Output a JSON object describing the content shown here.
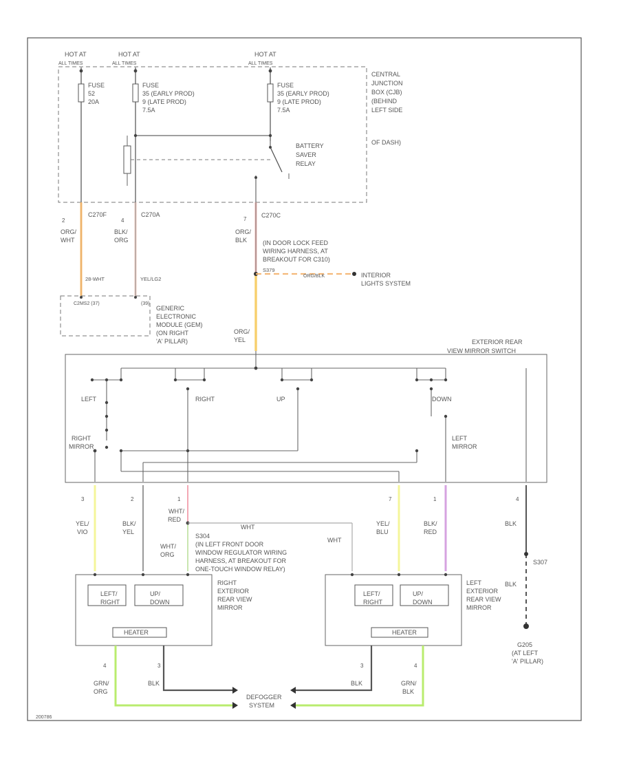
{
  "power": {
    "hot1": [
      "HOT AT",
      "ALL TIMES"
    ],
    "hot2": [
      "HOT AT",
      "ALL TIMES"
    ],
    "hot3": [
      "HOT AT",
      "ALL TIMES"
    ],
    "fuse1": [
      "FUSE",
      "52",
      "20A"
    ],
    "fuse2": [
      "FUSE",
      "35 (EARLY PROD)",
      "9 (LATE PROD)",
      "7.5A"
    ],
    "fuse3": [
      "FUSE",
      "35 (EARLY PROD)",
      "9 (LATE PROD)",
      "7.5A"
    ],
    "cjb": [
      "CENTRAL",
      "JUNCTION",
      "BOX (CJB)",
      "(BEHIND",
      "LEFT SIDE",
      "OF DASH)"
    ],
    "relay": [
      "BATTERY",
      "SAVER",
      "RELAY"
    ]
  },
  "wires": {
    "c1": {
      "pin": "2",
      "conn": "C270F",
      "colors": [
        "ORG/",
        "WHT"
      ],
      "circuit": "28-WHT"
    },
    "c2": {
      "pin": "4",
      "conn": "C270A",
      "colors": [
        "BLK/",
        "ORG"
      ],
      "circuit": "YEL/LG2"
    },
    "c3": {
      "pin": "7",
      "conn": "C270C",
      "colors": [
        "ORG/",
        "BLK"
      ]
    },
    "splice_note": [
      "(IN DOOR LOCK FEED",
      "WIRING HARNESS, AT",
      "BREAKOUT FOR C310)"
    ],
    "splice_id": "S379",
    "splice_wire": "ORG/BLK",
    "interior": [
      "INTERIOR",
      "LIGHTS SYSTEM"
    ],
    "gem_pins": [
      "C2MS2 (37)",
      "(39)"
    ],
    "gem": [
      "GENERIC",
      "ELECTRONIC",
      "MODULE (GEM)",
      "(ON RIGHT",
      "'A' PILLAR)"
    ],
    "feed_colors": [
      "ORG/",
      "YEL"
    ]
  },
  "switch": {
    "title": [
      "EXTERIOR REAR",
      "VIEW MIRROR SWITCH"
    ],
    "left": "LEFT",
    "right": "RIGHT",
    "up": "UP",
    "down": "DOWN",
    "right_mirror": [
      "RIGHT",
      "MIRROR"
    ],
    "left_mirror": [
      "LEFT",
      "MIRROR"
    ]
  },
  "mirror_wires": {
    "w1": {
      "pin": "3",
      "colors": [
        "YEL/",
        "VIO"
      ]
    },
    "w2": {
      "pin": "2",
      "colors": [
        "BLK/",
        "YEL"
      ]
    },
    "w3": {
      "pin": "1",
      "colors": [
        "WHT/",
        "RED"
      ]
    },
    "w4": {
      "pin": "7",
      "colors": [
        "YEL/",
        "BLU"
      ]
    },
    "w5": {
      "pin": "1",
      "colors": [
        "BLK/",
        "RED"
      ]
    },
    "w6": {
      "pin": "4",
      "colors": [
        "BLK"
      ]
    },
    "wht1": "WHT",
    "wht2": "WHT",
    "whtorg": [
      "WHT/",
      "ORG"
    ],
    "s_note": [
      "S304",
      "(IN LEFT FRONT DOOR",
      "WINDOW REGULATOR WIRING",
      "HARNESS, AT BREAKOUT FOR",
      "ONE-TOUCH WINDOW RELAY)"
    ]
  },
  "mirrors": {
    "right": {
      "label": [
        "RIGHT",
        "EXTERIOR",
        "REAR VIEW",
        "MIRROR"
      ],
      "m1": [
        "LEFT/",
        "RIGHT"
      ],
      "m2": [
        "UP/",
        "DOWN"
      ],
      "heater": "HEATER"
    },
    "left": {
      "label": [
        "LEFT",
        "EXTERIOR",
        "REAR VIEW",
        "MIRROR"
      ],
      "m1": [
        "LEFT/",
        "RIGHT"
      ],
      "m2": [
        "UP/",
        "DOWN"
      ],
      "heater": "HEATER"
    }
  },
  "ground": {
    "colors1": [
      "BLK"
    ],
    "spliceid": "S307",
    "colors2": [
      "BLK"
    ],
    "gnd": [
      "G205",
      "(AT LEFT",
      "'A' PILLAR)"
    ]
  },
  "defogger": {
    "label": [
      "DEFOGGER",
      "SYSTEM"
    ],
    "r_pin1": "4",
    "r_pin2": "3",
    "l_pin1": "3",
    "l_pin2": "4",
    "r_c1": [
      "GRN/",
      "ORG"
    ],
    "r_c2": "BLK",
    "l_c1": "BLK",
    "l_c2": [
      "GRN/",
      "BLK"
    ]
  },
  "figure_id": "200786"
}
